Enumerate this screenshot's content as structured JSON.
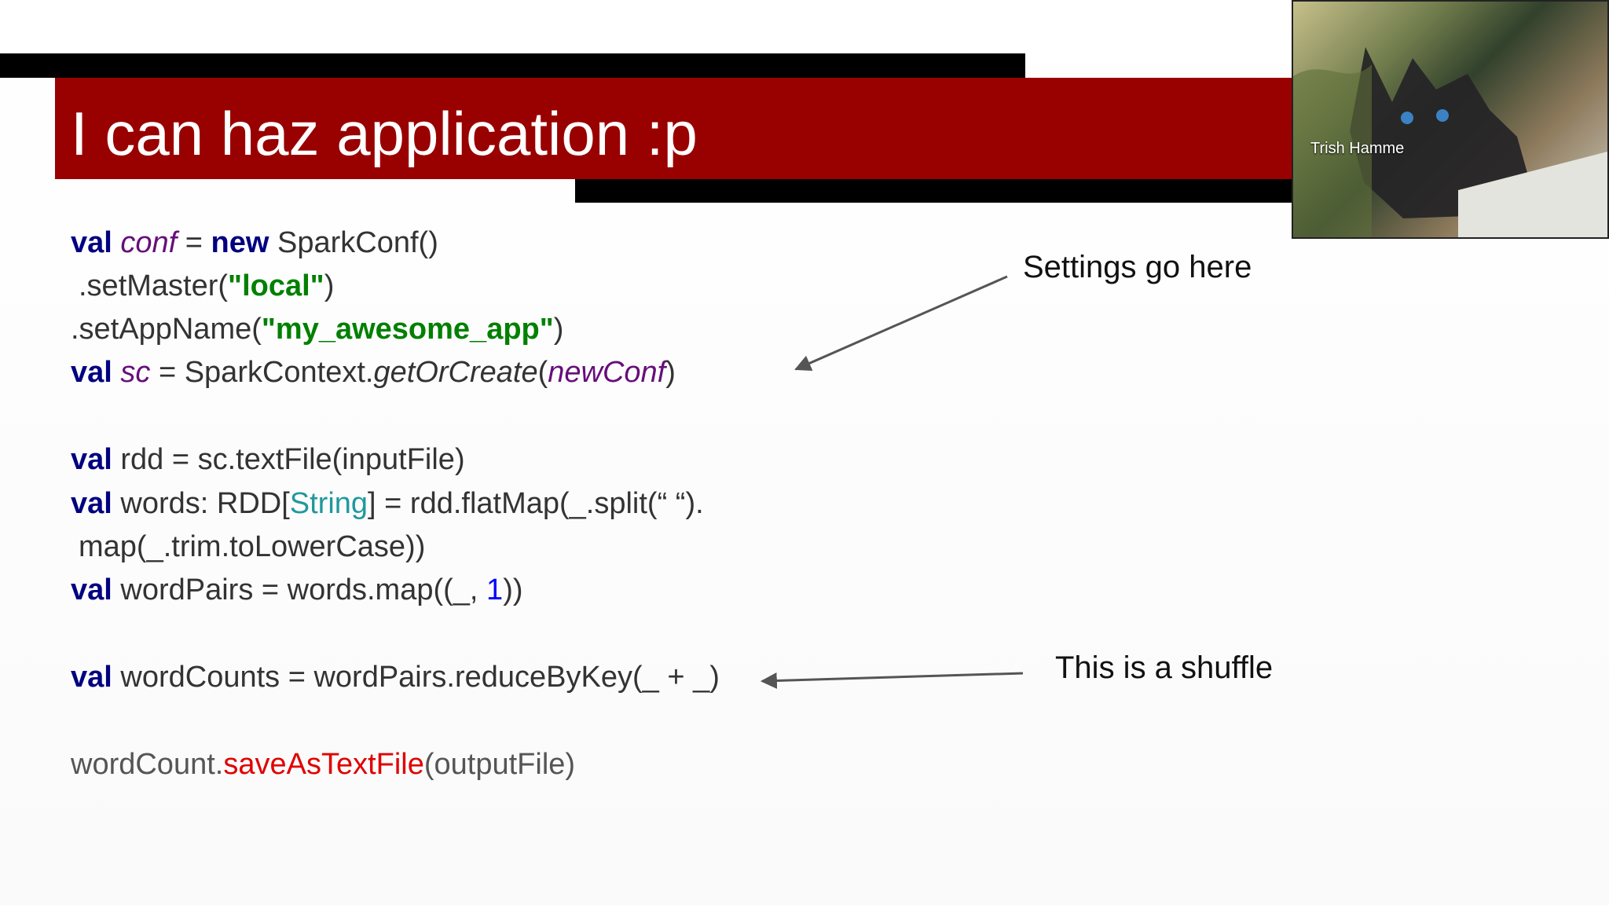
{
  "slide": {
    "title": "I can haz application :p",
    "code_lines": [
      [
        "val",
        "conf",
        "=",
        "new",
        "SparkConf()"
      ],
      [
        ".setMaster(",
        "\"local\"",
        ")"
      ],
      [
        ".setAppName(",
        "\"my_awesome_app\"",
        ")"
      ],
      [
        "val",
        "sc",
        "= SparkContext.",
        "getOrCreate",
        "(",
        "newConf",
        ")"
      ],
      [
        "val",
        "rdd = sc.textFile(inputFile)"
      ],
      [
        "val",
        "words: RDD[",
        "String",
        "] = rdd.flatMap(_.split(“ “)."
      ],
      [
        "map(_.trim.toLowerCase))"
      ],
      [
        "val",
        "wordPairs = words.map((_, ",
        "1",
        "))"
      ],
      [
        "val",
        "wordCounts = wordPairs.reduceByKey(_ + _)"
      ],
      [
        "wordCount.",
        "saveAsTextFile",
        "(outputFile)"
      ]
    ],
    "notes": {
      "settings": "Settings go here",
      "shuffle": "This is a shuffle"
    }
  },
  "webcam": {
    "participant_name": "Trish Hamme",
    "image_icon": "cat-video-icon"
  },
  "colors": {
    "title_band": "#990000",
    "keyword": "#000080",
    "variable": "#660e7a",
    "string": "#008000",
    "type": "#20999d",
    "number": "#0000ff",
    "method": "#e00000"
  }
}
